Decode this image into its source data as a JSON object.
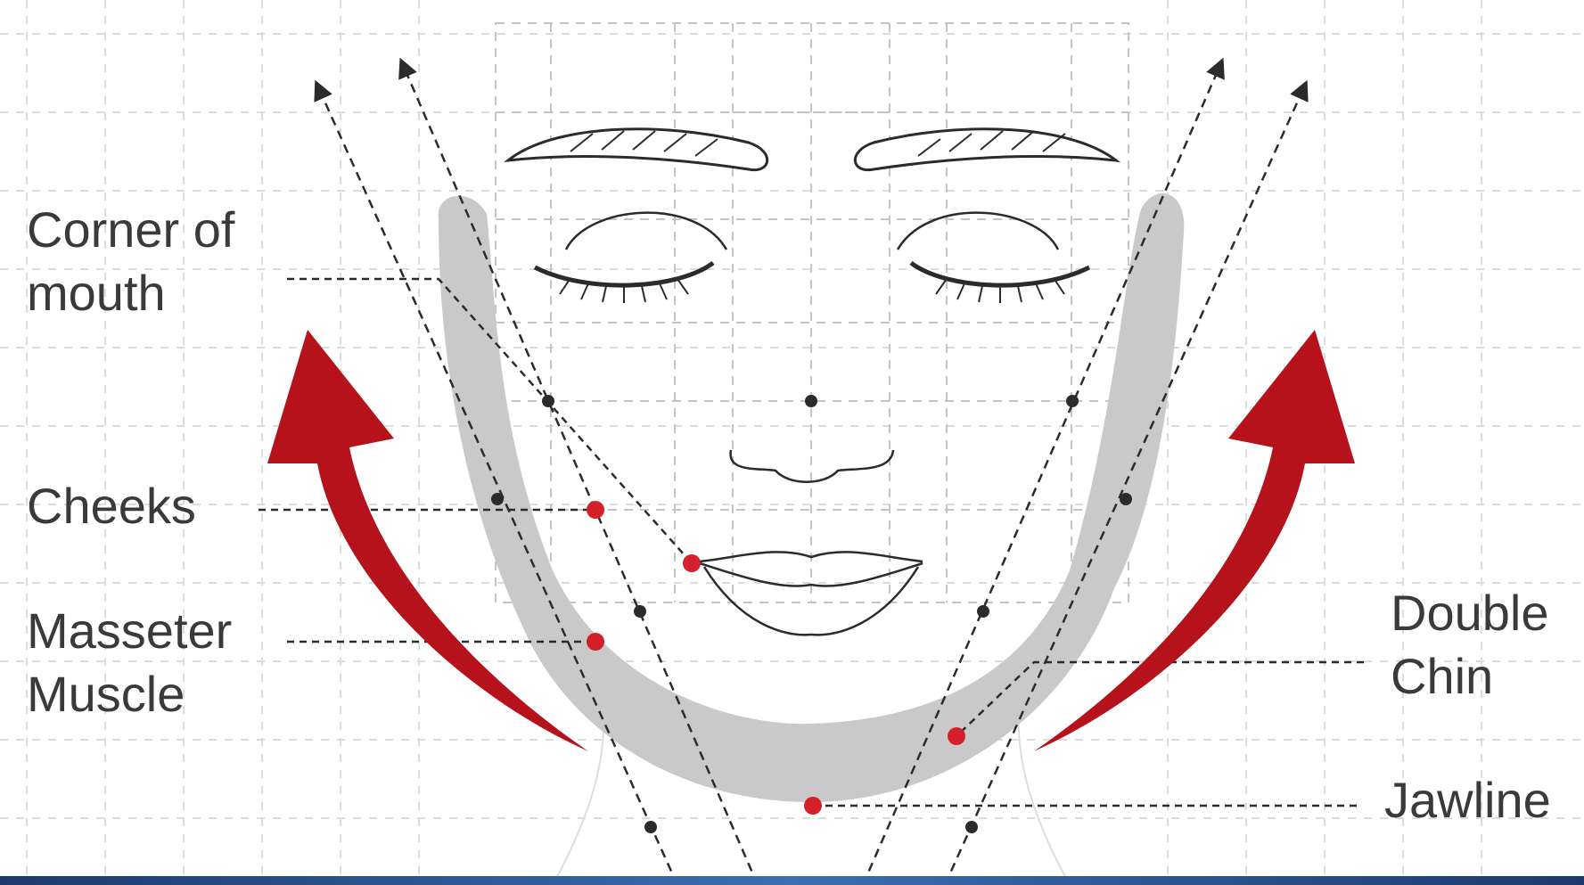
{
  "labels": {
    "corner_of_mouth": [
      "Corner of",
      "mouth"
    ],
    "cheeks": "Cheeks",
    "masseter_muscle": [
      "Masseter",
      "Muscle"
    ],
    "double_chin": [
      "Double",
      "Chin"
    ],
    "jawline": "Jawline"
  },
  "colors": {
    "marker_red": "#d4202a",
    "arrow_red": "#b5121b",
    "band_gray": "#c9c9c9",
    "grid_gray": "#cfcfcf",
    "line_dark": "#2b2b2b",
    "label_text": "#3a3a3a"
  },
  "icons": {
    "left_arrow": "curved-up-arrow-icon",
    "right_arrow": "curved-up-arrow-icon"
  }
}
